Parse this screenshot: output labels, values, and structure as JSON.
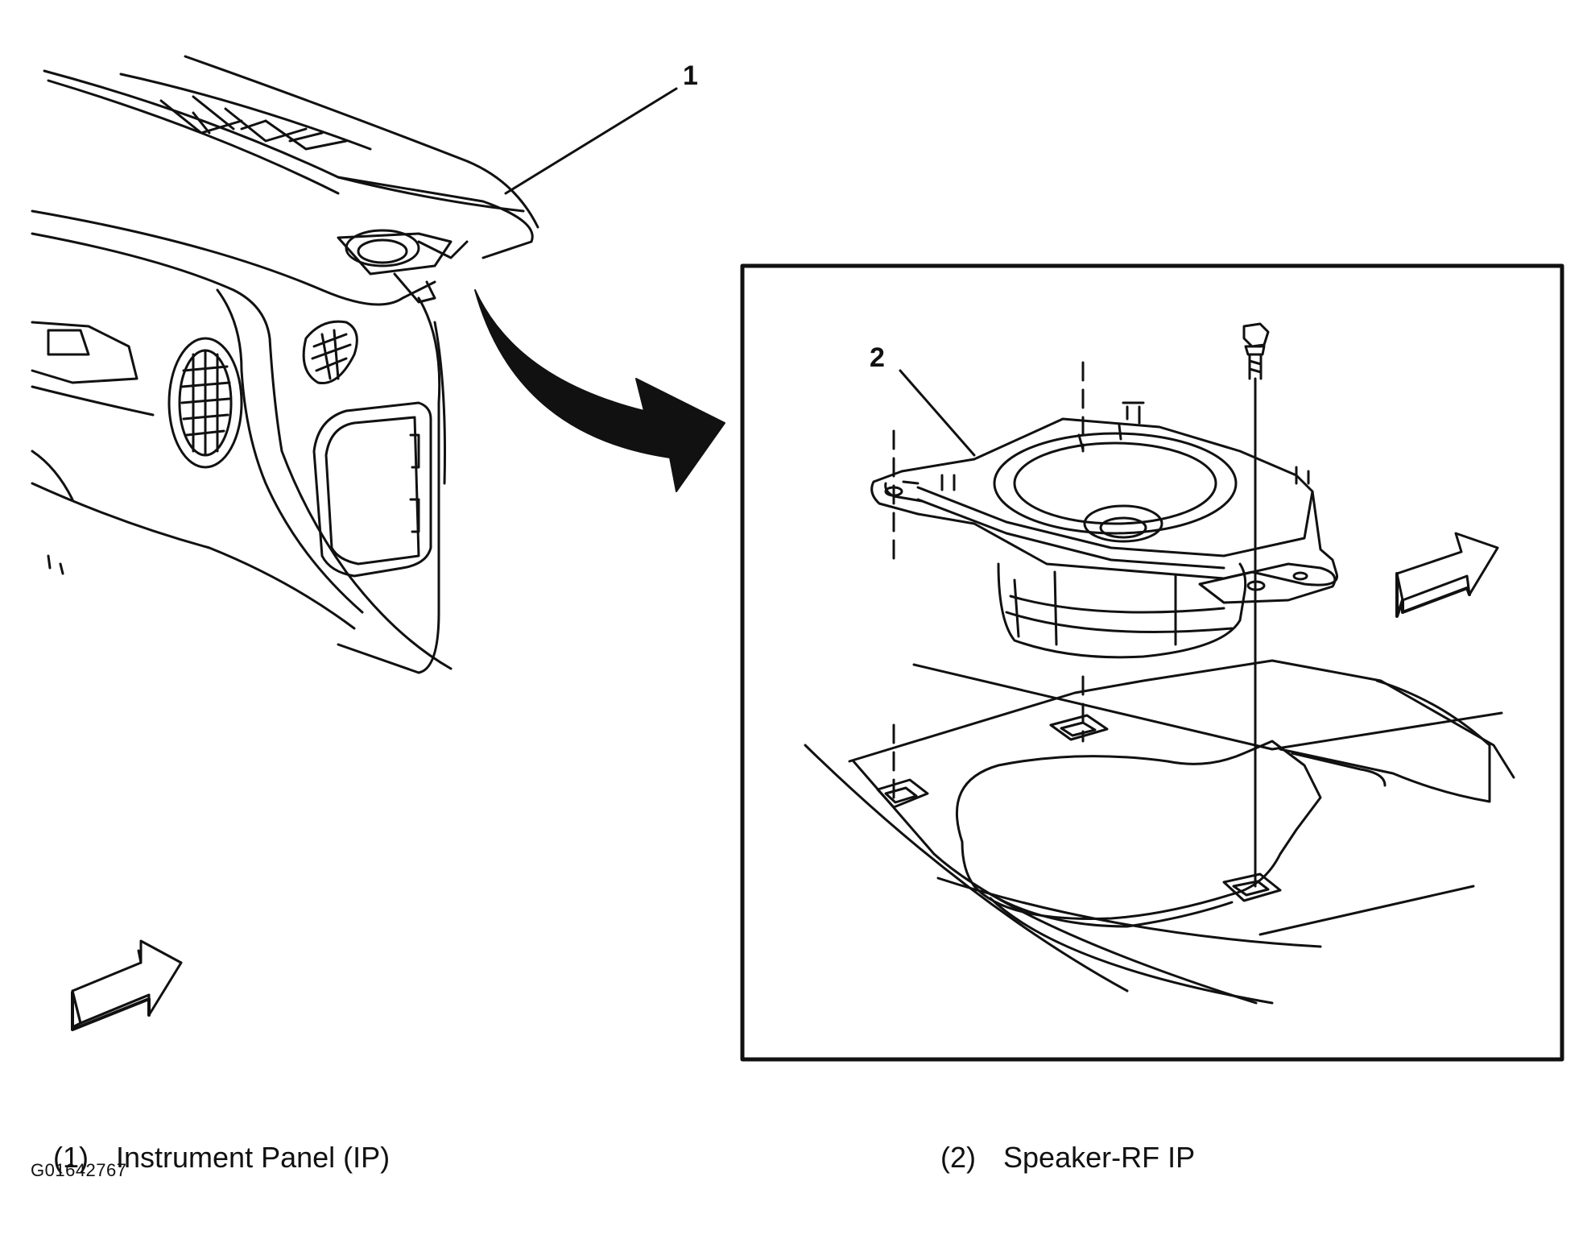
{
  "callouts": [
    {
      "number": "1",
      "label": "Instrument Panel (IP)"
    },
    {
      "number": "2",
      "label": "Speaker-RF IP"
    }
  ],
  "legend": [
    {
      "number": "(1)",
      "label": "Instrument Panel (IP)"
    },
    {
      "number": "(2)",
      "label": "Speaker-RF IP"
    }
  ],
  "figure_id": "G01642767",
  "icons": [
    "direction-arrow-icon",
    "curved-arrow-icon",
    "bolt-icon"
  ]
}
